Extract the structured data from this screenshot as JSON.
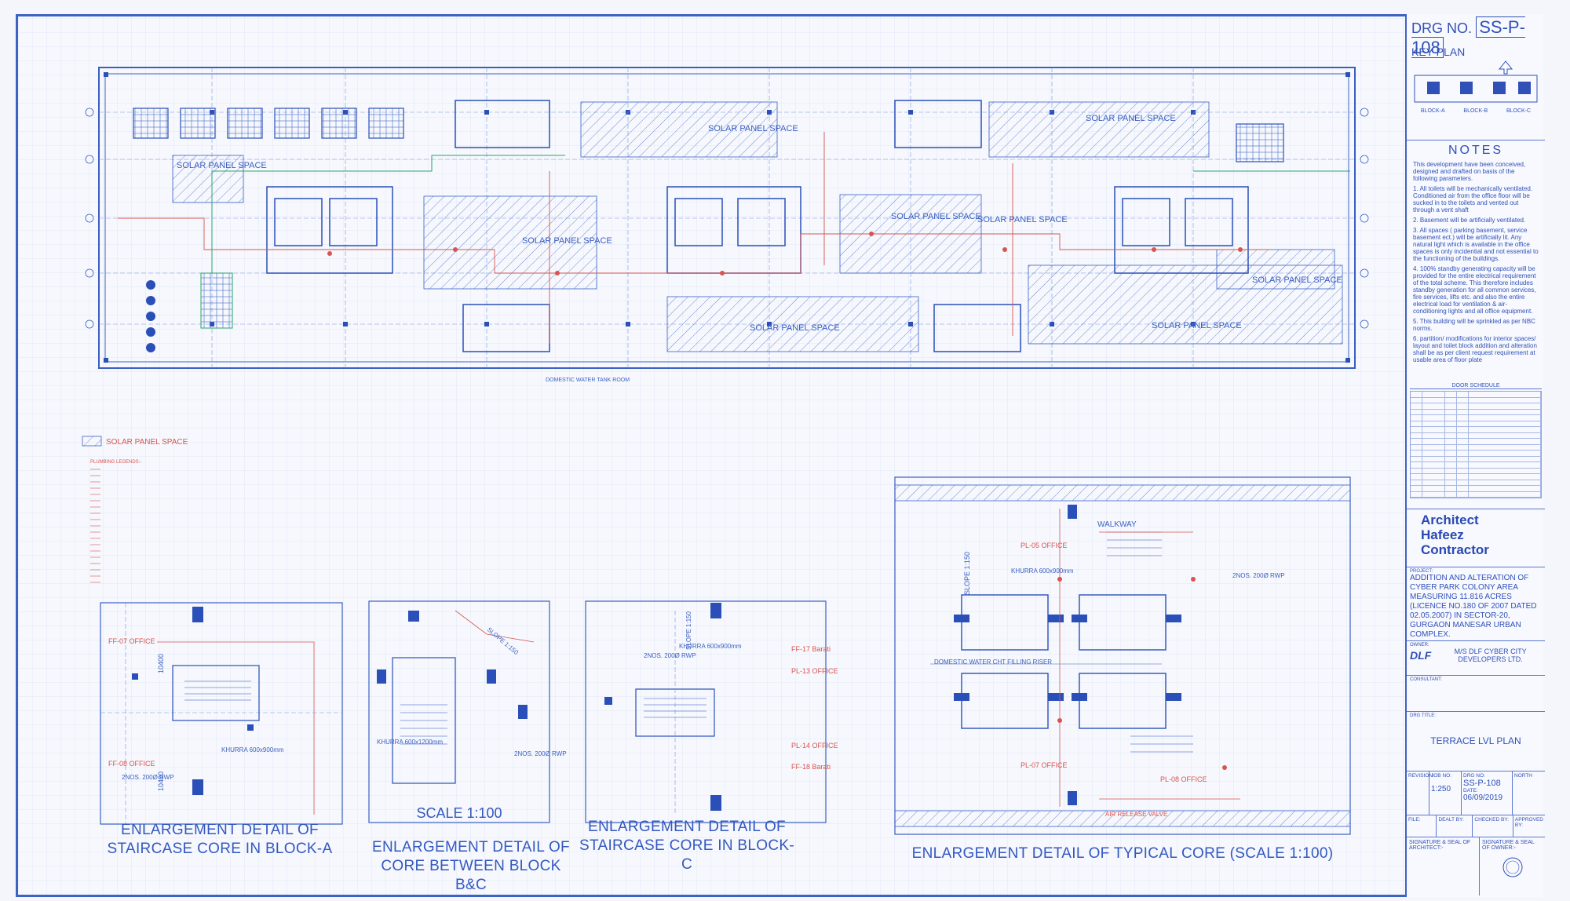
{
  "drawing_number": {
    "label": "DRG NO.",
    "value": "SS-P-108"
  },
  "key_plan": {
    "title": "KEY PLAN",
    "blocks": [
      "BLOCK-A",
      "BLOCK-B",
      "BLOCK-C"
    ]
  },
  "notes": {
    "title": "NOTES",
    "intro": "This development have been conceived, designed and drafted on basis of the following parameters.",
    "items": [
      "1. All toilets will be mechanically ventilated. Conditioned air from the office floor will be sucked in to the toilets and vented out through a vent shaft",
      "2. Basement will be artificially ventilated.",
      "3. All spaces ( parking basement, service basement ect.) will be artificially lit. Any natural light which is available in the office spaces is only incidential and not essential to the functioning of the buildings.",
      "4. 100% standby generating capacity will be provided for the entire electrical requirement of the total scheme. This therefore includes standby generation for all common services, fire services, lifts etc. and also the entire electrical load for ventilation & air-conditioning lights and all office equipment.",
      "5. This building will be sprinkled as per NBC norms.",
      "6. partition/ modifications for interior spaces/ layout and toilet block addition and alteration shall be as per client request requirement at usable area of floor plate"
    ],
    "door_schedule_title": "DOOR SCHEDULE"
  },
  "architect": {
    "name_line1": "Architect",
    "name_line2": "Hafeez",
    "name_line3": "Contractor"
  },
  "project": {
    "label": "PROJECT:",
    "text": "ADDITION AND ALTERATION OF CYBER PARK COLONY AREA MEASURING 11.816 ACRES (LICENCE NO.180 OF 2007 DATED 02.05.2007) IN SECTOR-20, GURGAON MANESAR URBAN COMPLEX."
  },
  "owner": {
    "label": "OWNER:",
    "logo": "DLF",
    "name": "M/S DLF CYBER CITY DEVELOPERS LTD."
  },
  "consultant": {
    "label": "CONSULTANT:"
  },
  "drawing_title": {
    "label": "DRG TITLE:",
    "value": "TERRACE LVL PLAN"
  },
  "info": {
    "revision_label": "REVISION",
    "job_label": "JOB NO:",
    "drg_label": "DRG NO:",
    "drg_value": "SS-P-108",
    "north_label": "NORTH",
    "scale_value": "1:250",
    "date_label": "DATE:",
    "date_value": "06/09/2019",
    "file_label": "FILE:",
    "dealt_label": "DEALT BY:",
    "checked_label": "CHECKED BY:",
    "approved_label": "APPROVED BY:"
  },
  "signatures": {
    "architect_label": "SIGNATURE & SEAL OF ARCHITECT:-",
    "owner_label": "SIGNATURE & SEAL OF OWNER:-"
  },
  "plan": {
    "solar_labels": [
      "SOLAR PANEL SPACE",
      "SOLAR PANEL SPACE",
      "SOLAR PANEL SPACE",
      "SOLAR PANEL SPACE",
      "SOLAR PANEL SPACE",
      "SOLAR PANEL SPACE",
      "SOLAR PANEL SPACE",
      "SOLAR PANEL SPACE",
      "SOLAR PANEL SPACE"
    ],
    "tank_label": "DOMESTIC WATER TANK ROOM"
  },
  "legend": {
    "solar_label": "SOLAR PANEL SPACE",
    "plumbing_title": "PLUMBING LEGENDS:-"
  },
  "details": {
    "block_a": {
      "caption": "ENLARGEMENT DETAIL OF STAIRCASE CORE IN BLOCK-A",
      "labels": [
        "FF-07 OFFICE",
        "FF-08 OFFICE",
        "KHURRA 600x900mm",
        "2NOS. 200Ø RWP",
        "10400",
        "10400"
      ]
    },
    "block_bc": {
      "caption": "ENLARGEMENT DETAIL OF CORE BETWEEN BLOCK B&C",
      "scale": "SCALE 1:100",
      "labels": [
        "KHURRA 600x1200mm",
        "2NOS. 200Ø RWP",
        "SLOPE 1:150"
      ]
    },
    "block_c": {
      "caption": "ENLARGEMENT DETAIL OF STAIRCASE CORE IN BLOCK-C",
      "labels": [
        "KHURRA 600x900mm",
        "2NOS. 200Ø RWP",
        "FF-17 Barati",
        "PL-13 OFFICE",
        "PL-14 OFFICE",
        "FF-18 Barati",
        "SLOPE 1:150"
      ]
    },
    "typical": {
      "caption": "ENLARGEMENT DETAIL OF TYPICAL CORE (SCALE 1:100)",
      "labels": [
        "WALKWAY",
        "PL-05 OFFICE",
        "KHURRA 600x900mm",
        "2NOS. 200Ø RWP",
        "DOMESTIC WATER CHT FILLING RISER",
        "PL-07 OFFICE",
        "PL-08 OFFICE",
        "SLOPE 1:150",
        "AIR RELEASE VALVE"
      ]
    }
  }
}
